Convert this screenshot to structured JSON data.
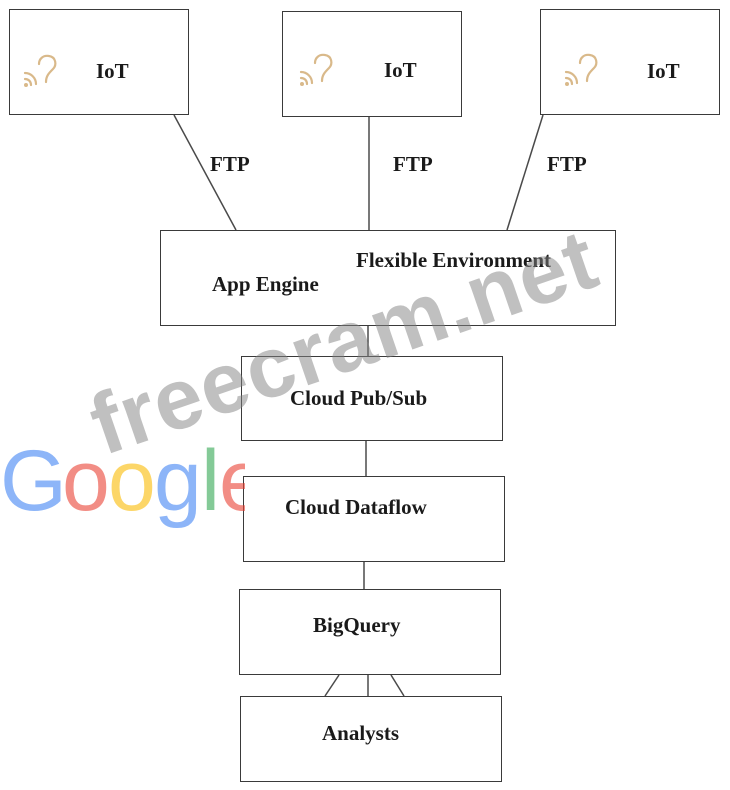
{
  "iot_nodes": [
    {
      "label": "IoT",
      "link_label": "FTP",
      "icon": "iot-wireless-icon"
    },
    {
      "label": "IoT",
      "link_label": "FTP",
      "icon": "iot-wireless-icon"
    },
    {
      "label": "IoT",
      "link_label": "FTP",
      "icon": "iot-wireless-icon"
    }
  ],
  "app_engine": {
    "title": "App Engine",
    "subtitle": "Flexible Environment"
  },
  "pipeline": {
    "pubsub": "Cloud Pub/Sub",
    "dataflow": "Cloud Dataflow",
    "bigquery": "BigQuery",
    "analysts": "Analysts"
  },
  "watermark": {
    "text": "freecram.net",
    "logo": "Google",
    "logo_colors": [
      "#4285F4",
      "#EA4335",
      "#FBBC05",
      "#4285F4",
      "#34A853",
      "#EA4335"
    ]
  },
  "colors": {
    "line": "#4a4a4a",
    "box_border": "#3a3a3a",
    "icon": "#d9b98a"
  }
}
